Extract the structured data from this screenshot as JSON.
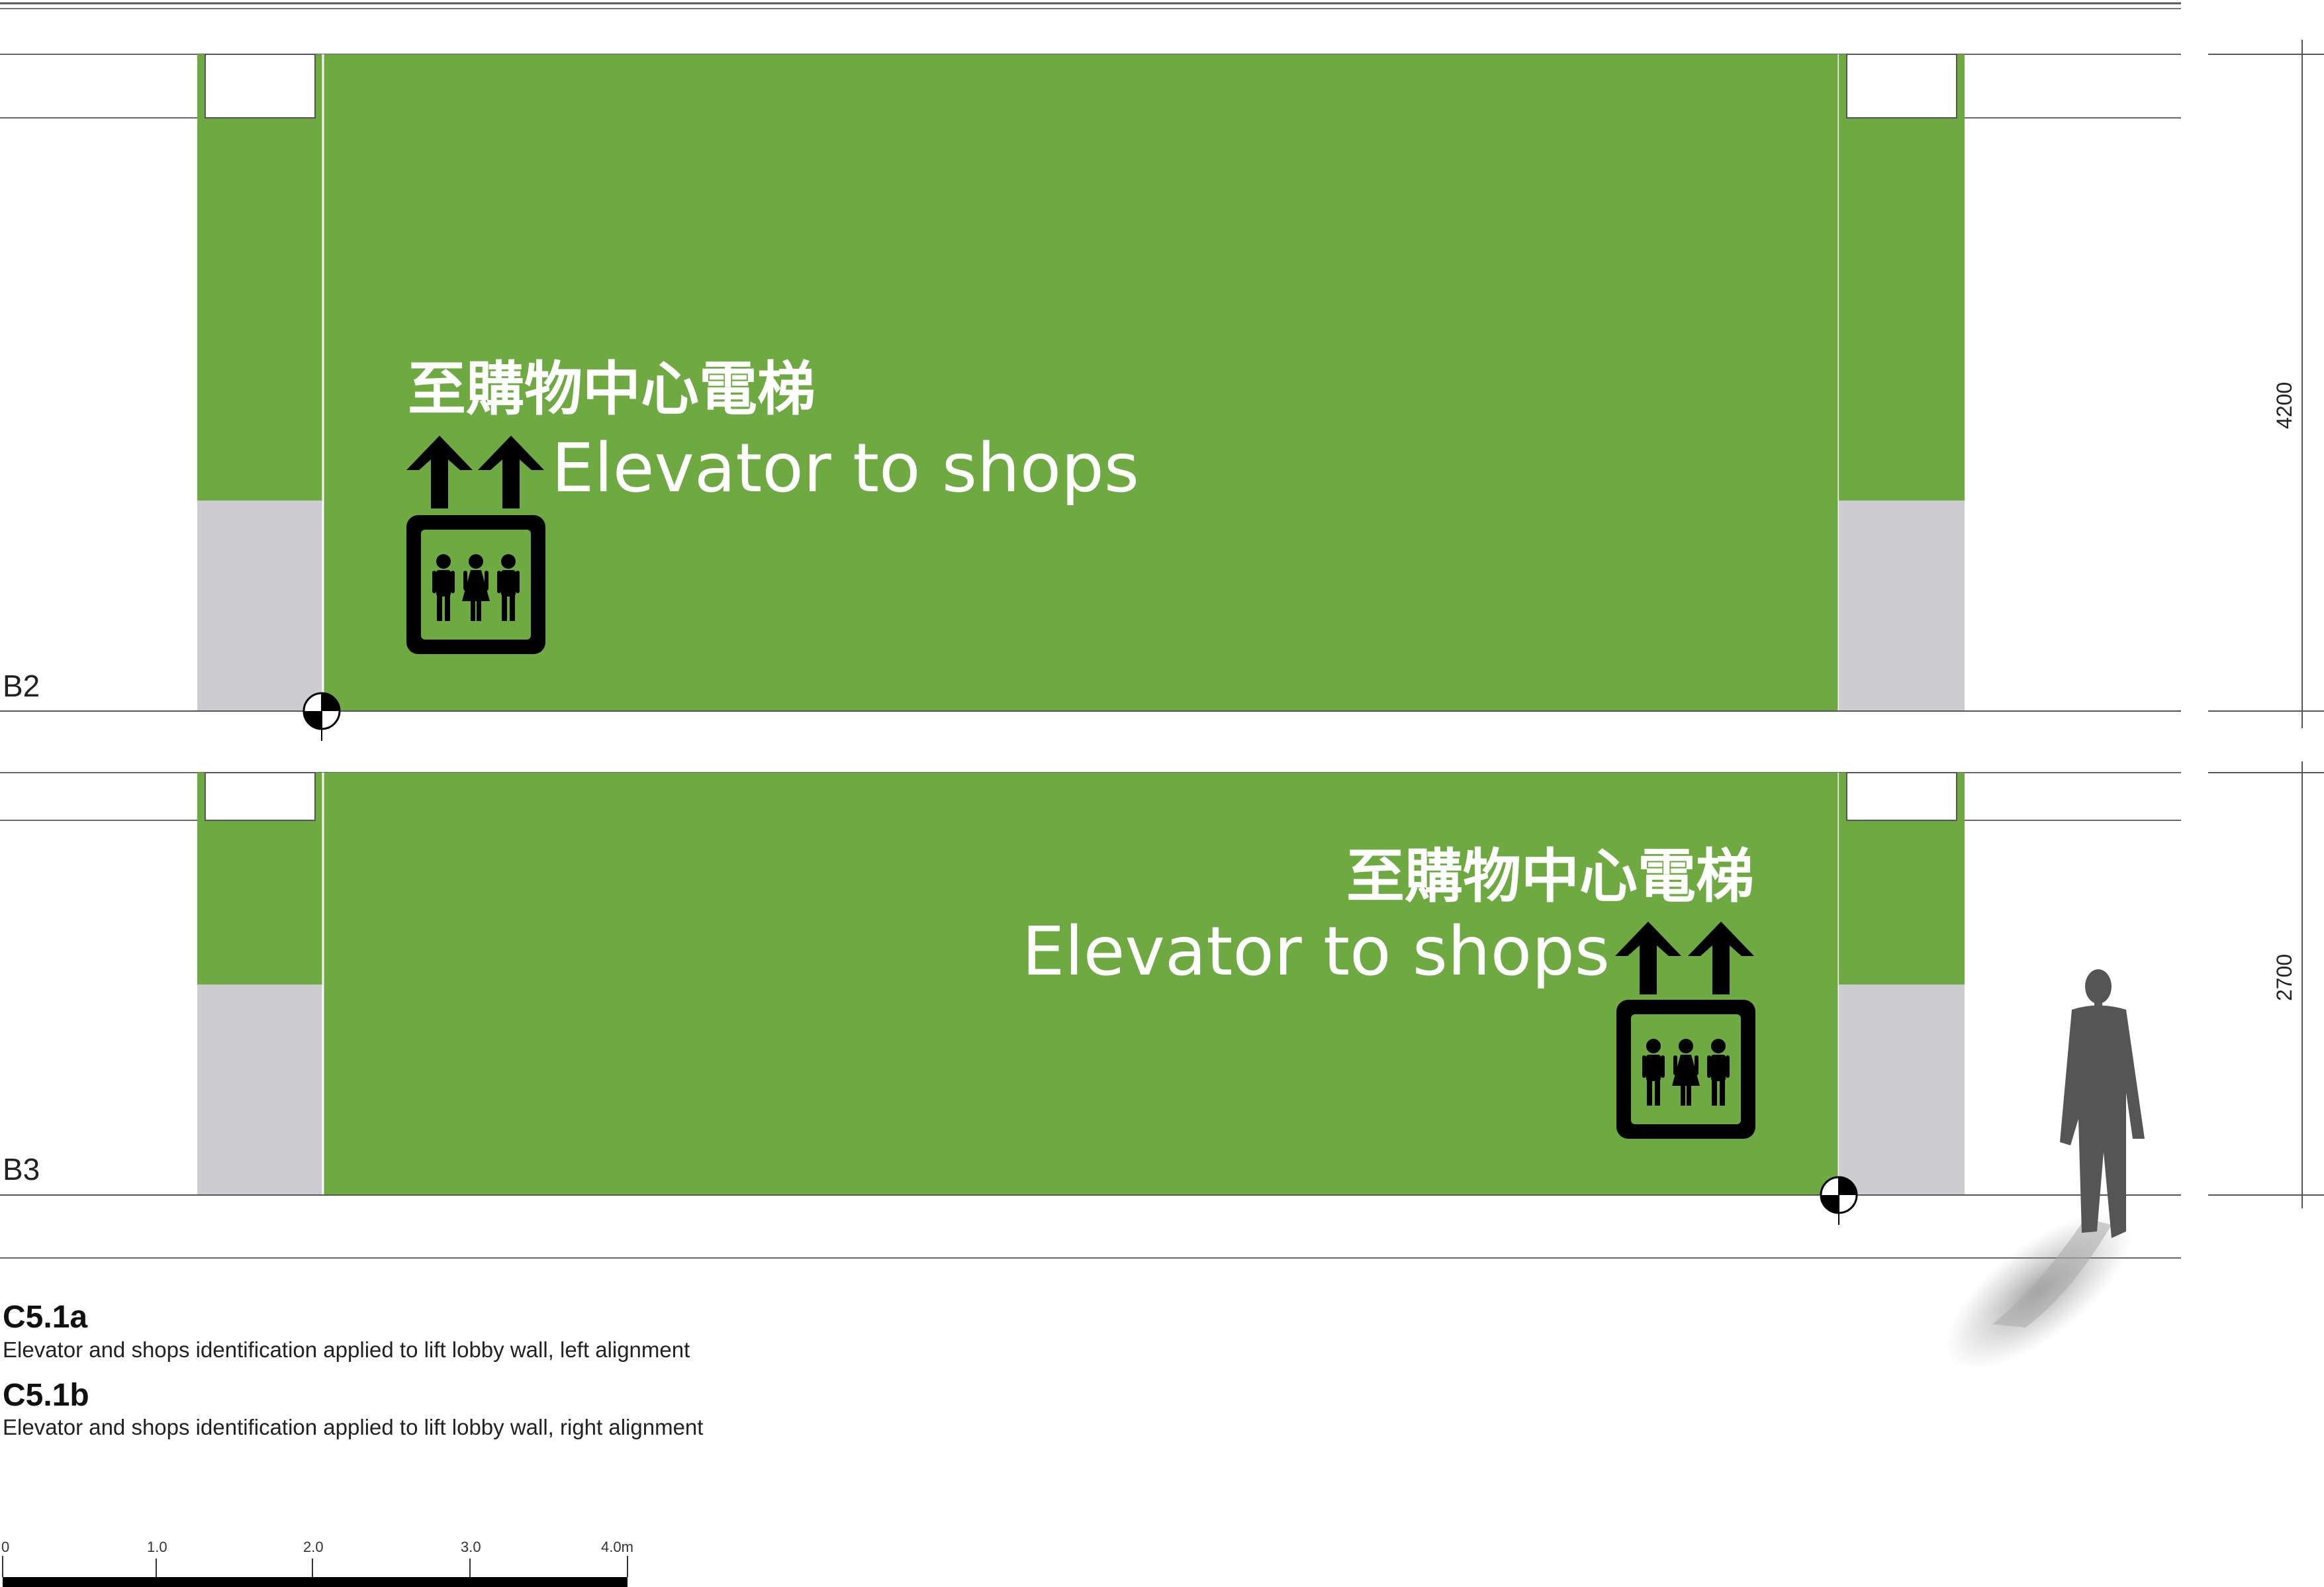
{
  "elevations": [
    {
      "level": "B2",
      "sign_zh": "至購物中心電梯",
      "sign_en": "Elevator to shops",
      "alignment": "left",
      "dimension": "4200"
    },
    {
      "level": "B3",
      "sign_zh": "至購物中心電梯",
      "sign_en": "Elevator to shops",
      "alignment": "right",
      "dimension": "2700"
    }
  ],
  "captions": [
    {
      "code": "C5.1a",
      "text": "Elevator and shops identification applied to lift lobby wall, left alignment"
    },
    {
      "code": "C5.1b",
      "text": "Elevator and shops identification applied to lift lobby wall, right alignment"
    }
  ],
  "scale_bar": {
    "labels": [
      "0",
      "1.0",
      "2.0",
      "3.0",
      "4.0m"
    ]
  },
  "colors": {
    "sign_green": "#6ea942",
    "wall_grey": "#cdccd1",
    "icon_black": "#000000"
  },
  "icons": [
    "up-arrow-icon",
    "elevator-people-icon",
    "person-silhouette-icon"
  ]
}
